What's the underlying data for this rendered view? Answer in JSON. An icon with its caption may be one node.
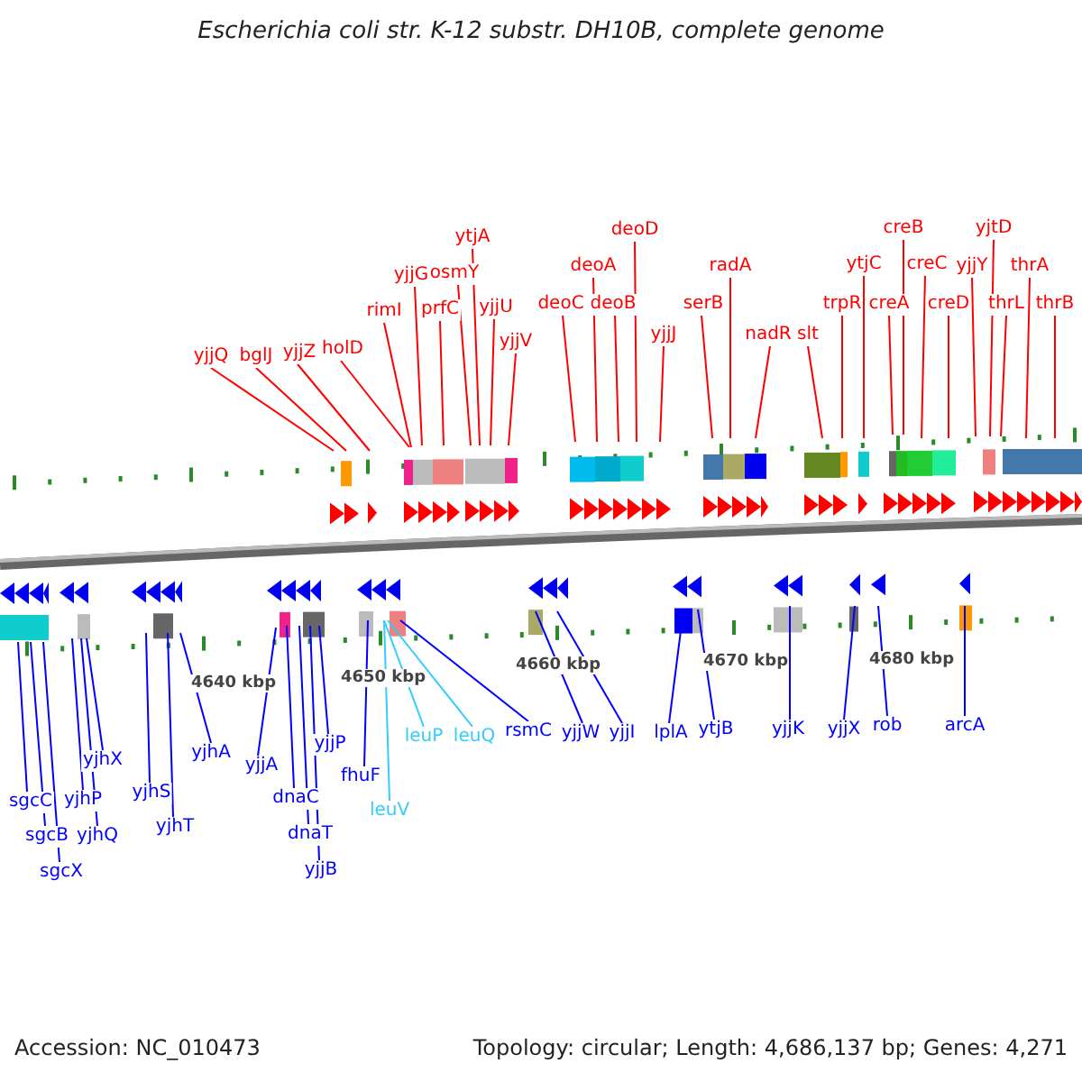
{
  "diagram": {
    "title": "Escherichia coli str. K-12 substr. DH10B, complete genome",
    "nodes": [
      {
        "text": [
          "yjjQ"
        ]
      },
      {
        "text": [
          "bglJ"
        ]
      },
      {
        "text": [
          "yjjZ"
        ]
      },
      {
        "text": [
          "holD"
        ]
      },
      {
        "text": [
          "rimI"
        ]
      },
      {
        "text": [
          "yjjG"
        ]
      },
      {
        "text": [
          "osmY"
        ]
      },
      {
        "text": [
          "ytjA"
        ]
      },
      {
        "text": [
          "prfC"
        ]
      },
      {
        "text": [
          "yjjU"
        ]
      },
      {
        "text": [
          "yjjV"
        ]
      },
      {
        "text": [
          "deoC"
        ]
      },
      {
        "text": [
          "deoA"
        ]
      },
      {
        "text": [
          "deoB"
        ]
      },
      {
        "text": [
          "deoD"
        ]
      },
      {
        "text": [
          "yjjJ"
        ]
      },
      {
        "text": [
          "serB"
        ]
      },
      {
        "text": [
          "radA"
        ]
      },
      {
        "text": [
          "nadR"
        ]
      },
      {
        "text": [
          "slt"
        ]
      },
      {
        "text": [
          "trpR"
        ]
      },
      {
        "text": [
          "ytjC"
        ]
      },
      {
        "text": [
          "creB"
        ]
      },
      {
        "text": [
          "creC"
        ]
      },
      {
        "text": [
          "creA"
        ]
      },
      {
        "text": [
          "creD"
        ]
      },
      {
        "text": [
          "yjjY"
        ]
      },
      {
        "text": [
          "yjtD"
        ]
      },
      {
        "text": [
          "thrL"
        ]
      },
      {
        "text": [
          "thrA"
        ]
      },
      {
        "text": [
          "thrB"
        ]
      },
      {
        "text": [
          "sgcC"
        ]
      },
      {
        "text": [
          "sgcB"
        ]
      },
      {
        "text": [
          "sgcX"
        ]
      },
      {
        "text": [
          "yjhP"
        ]
      },
      {
        "text": [
          "yjhX"
        ]
      },
      {
        "text": [
          "yjhQ"
        ]
      },
      {
        "text": [
          "yjhS"
        ]
      },
      {
        "text": [
          "yjhT"
        ]
      },
      {
        "text": [
          "yjhA"
        ]
      },
      {
        "text": [
          "yjjA"
        ]
      },
      {
        "text": [
          "dnaC"
        ]
      },
      {
        "text": [
          "dnaT"
        ]
      },
      {
        "text": [
          "yjjB"
        ]
      },
      {
        "text": [
          "yjjP"
        ]
      },
      {
        "text": [
          "fhuF"
        ]
      },
      {
        "text": [
          "leuV"
        ]
      },
      {
        "text": [
          "leuP"
        ]
      },
      {
        "text": [
          "leuQ"
        ]
      },
      {
        "text": [
          "rsmC"
        ]
      },
      {
        "text": [
          "yjjW"
        ]
      },
      {
        "text": [
          "yjjI"
        ]
      },
      {
        "text": [
          "lplA"
        ]
      },
      {
        "text": [
          "ytjB"
        ]
      },
      {
        "text": [
          "yjjK"
        ]
      },
      {
        "text": [
          "yjjX"
        ]
      },
      {
        "text": [
          "rob"
        ]
      },
      {
        "text": [
          "arcA"
        ]
      }
    ],
    "edges": [
      {
        "from": 0,
        "to": null,
        "arrow": "none"
      },
      {
        "from": 1,
        "to": null,
        "arrow": "none"
      },
      {
        "from": 2,
        "to": null,
        "arrow": "none"
      },
      {
        "from": 3,
        "to": null,
        "arrow": "none"
      },
      {
        "from": 4,
        "to": null,
        "arrow": "none"
      },
      {
        "from": 5,
        "to": null,
        "arrow": "none"
      },
      {
        "from": 6,
        "to": null,
        "arrow": "none"
      },
      {
        "from": 7,
        "to": null,
        "arrow": "none"
      },
      {
        "from": 8,
        "to": null,
        "arrow": "none"
      },
      {
        "from": 9,
        "to": null,
        "arrow": "none"
      },
      {
        "from": 10,
        "to": null,
        "arrow": "none"
      },
      {
        "from": 11,
        "to": null,
        "arrow": "none"
      },
      {
        "from": 12,
        "to": null,
        "arrow": "none"
      },
      {
        "from": 13,
        "to": null,
        "arrow": "none"
      },
      {
        "from": 14,
        "to": null,
        "arrow": "none"
      },
      {
        "from": 15,
        "to": null,
        "arrow": "none"
      },
      {
        "from": 16,
        "to": null,
        "arrow": "none"
      },
      {
        "from": 17,
        "to": null,
        "arrow": "none"
      },
      {
        "from": 18,
        "to": null,
        "arrow": "none"
      },
      {
        "from": 19,
        "to": null,
        "arrow": "none"
      },
      {
        "from": 20,
        "to": null,
        "arrow": "none"
      },
      {
        "from": 21,
        "to": null,
        "arrow": "none"
      },
      {
        "from": 22,
        "to": null,
        "arrow": "none"
      },
      {
        "from": 23,
        "to": null,
        "arrow": "none"
      },
      {
        "from": 24,
        "to": null,
        "arrow": "none"
      },
      {
        "from": 25,
        "to": null,
        "arrow": "none"
      },
      {
        "from": 26,
        "to": null,
        "arrow": "none"
      },
      {
        "from": 27,
        "to": null,
        "arrow": "none"
      },
      {
        "from": 28,
        "to": null,
        "arrow": "none"
      },
      {
        "from": 29,
        "to": null,
        "arrow": "none"
      },
      {
        "from": 30,
        "to": null,
        "arrow": "none"
      },
      {
        "from": 31,
        "to": null,
        "arrow": "none",
        "color": "#0000ff"
      },
      {
        "from": 32,
        "to": null,
        "arrow": "none",
        "color": "#0000ff"
      },
      {
        "from": 33,
        "to": null,
        "arrow": "none",
        "color": "#0000ff"
      },
      {
        "from": 34,
        "to": null,
        "arrow": "none",
        "color": "#0000ff"
      },
      {
        "from": 35,
        "to": null,
        "arrow": "none",
        "color": "#0000ff"
      },
      {
        "from": 36,
        "to": null,
        "arrow": "none",
        "color": "#0000ff"
      },
      {
        "from": 37,
        "to": null,
        "arrow": "none",
        "color": "#0000ff"
      },
      {
        "from": 38,
        "to": null,
        "arrow": "none",
        "color": "#0000ff"
      },
      {
        "from": 39,
        "to": null,
        "arrow": "none",
        "color": "#0000ff"
      },
      {
        "from": 40,
        "to": null,
        "arrow": "none",
        "color": "#0000ff"
      },
      {
        "from": 41,
        "to": null,
        "arrow": "none",
        "color": "#0000ff"
      },
      {
        "from": 42,
        "to": null,
        "arrow": "none",
        "color": "#0000ff"
      },
      {
        "from": 43,
        "to": null,
        "arrow": "none",
        "color": "#0000ff"
      },
      {
        "from": 44,
        "to": null,
        "arrow": "none",
        "color": "#0000ff"
      },
      {
        "from": 45,
        "to": null,
        "arrow": "none",
        "color": "#0000ff"
      },
      {
        "from": 46,
        "to": null,
        "arrow": "none",
        "color": "#33ccff"
      },
      {
        "from": 47,
        "to": null,
        "arrow": "none",
        "color": "#33ccff"
      },
      {
        "from": 48,
        "to": null,
        "arrow": "none",
        "color": "#33ccff"
      },
      {
        "from": 49,
        "to": null,
        "arrow": "none",
        "color": "#0000ff"
      },
      {
        "from": 50,
        "to": null,
        "arrow": "none",
        "color": "#0000ff"
      },
      {
        "from": 51,
        "to": null,
        "arrow": "none",
        "color": "#0000ff"
      },
      {
        "from": 52,
        "to": null,
        "arrow": "none",
        "color": "#0000ff"
      },
      {
        "from": 53,
        "to": null,
        "arrow": "none",
        "color": "#0000ff"
      },
      {
        "from": 54,
        "to": null,
        "arrow": "none",
        "color": "#0000ff"
      },
      {
        "from": 55,
        "to": null,
        "arrow": "none",
        "color": "#0000ff"
      },
      {
        "from": 56,
        "to": null,
        "arrow": "none",
        "color": "#0000ff"
      },
      {
        "from": 57,
        "to": null,
        "arrow": "none",
        "color": "#0000ff"
      }
    ],
    "labels": [
      "4640 kbp",
      "4650 kbp",
      "4660 kbp",
      "4670 kbp",
      "4680 kbp",
      "Accession: NC_010473",
      "Topology: circular; Length: 4,686,137 bp; Genes: 4,271"
    ]
  }
}
